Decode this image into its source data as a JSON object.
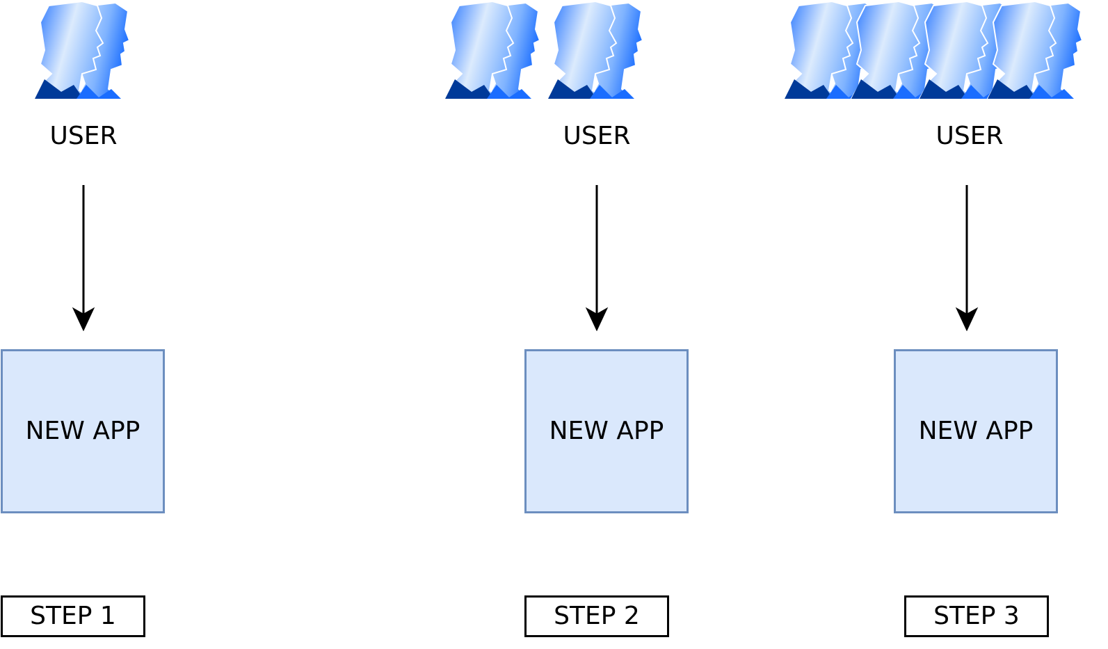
{
  "colors": {
    "app_fill": "#dae8fc",
    "app_stroke": "#6c8ebf",
    "arrow": "#000000",
    "icon_light": "#dcebfd",
    "icon_mid": "#7fb3ff",
    "icon_dark": "#1a6dff",
    "icon_navy": "#003a99"
  },
  "icon": "user-group-icon",
  "steps": [
    {
      "user_label": "USER",
      "app_label": "NEW APP",
      "step_label": "STEP 1",
      "user_icon_count": 1
    },
    {
      "user_label": "USER",
      "app_label": "NEW APP",
      "step_label": "STEP 2",
      "user_icon_count": 2
    },
    {
      "user_label": "USER",
      "app_label": "NEW APP",
      "step_label": "STEP 3",
      "user_icon_count": 4
    }
  ]
}
